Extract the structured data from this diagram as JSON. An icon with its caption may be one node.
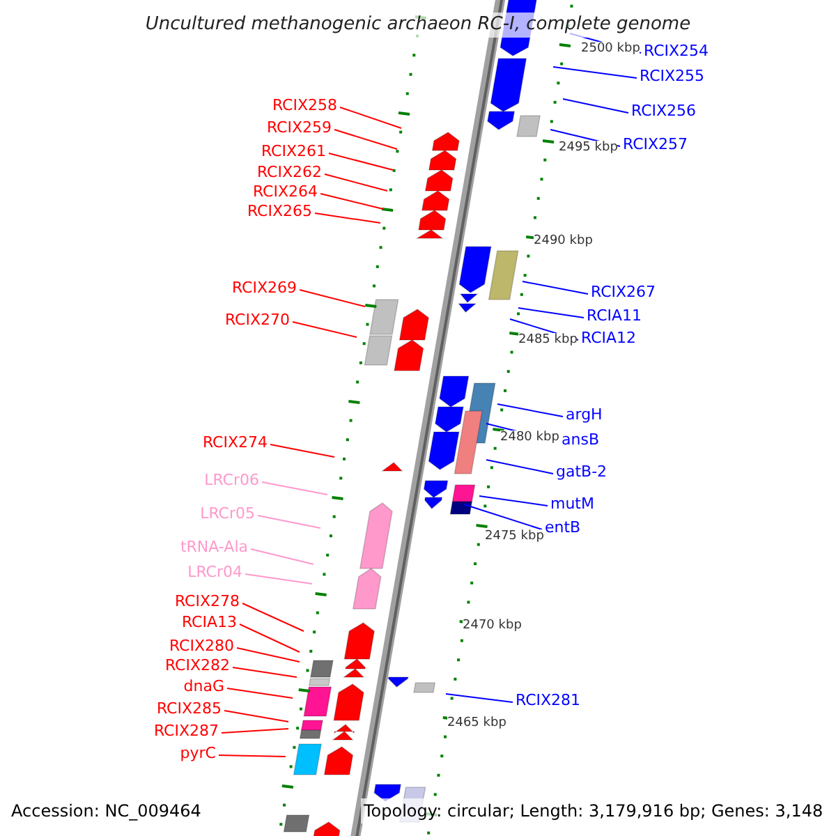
{
  "diagram": {
    "title": "Uncultured methanogenic archaeon RC-I, complete genome",
    "nodes": [
      {
        "text": [
          "RCIX258"
        ]
      },
      {
        "text": [
          "RCIX259"
        ]
      },
      {
        "text": [
          "RCIX261"
        ]
      },
      {
        "text": [
          "RCIX262"
        ]
      },
      {
        "text": [
          "RCIX264"
        ]
      },
      {
        "text": [
          "RCIX265"
        ]
      },
      {
        "text": [
          "RCIX269"
        ]
      },
      {
        "text": [
          "RCIX270"
        ]
      },
      {
        "text": [
          "RCIX274"
        ]
      },
      {
        "text": [
          "LRCr06"
        ]
      },
      {
        "text": [
          "LRCr05"
        ]
      },
      {
        "text": [
          "tRNA-Ala"
        ]
      },
      {
        "text": [
          "LRCr04"
        ]
      },
      {
        "text": [
          "RCIX278"
        ]
      },
      {
        "text": [
          "RCIA13"
        ]
      },
      {
        "text": [
          "RCIX280"
        ]
      },
      {
        "text": [
          "RCIX282"
        ]
      },
      {
        "text": [
          "dnaG"
        ]
      },
      {
        "text": [
          "RCIX285"
        ]
      },
      {
        "text": [
          "RCIX287"
        ]
      },
      {
        "text": [
          "pyrC"
        ]
      },
      {
        "text": [
          "RCIX254"
        ]
      },
      {
        "text": [
          "RCIX255"
        ]
      },
      {
        "text": [
          "RCIX256"
        ]
      },
      {
        "text": [
          "RCIX257"
        ]
      },
      {
        "text": [
          "RCIX267"
        ]
      },
      {
        "text": [
          "RCIA11"
        ]
      },
      {
        "text": [
          "RCIA12"
        ]
      },
      {
        "text": [
          "argH"
        ]
      },
      {
        "text": [
          "ansB"
        ]
      },
      {
        "text": [
          "gatB-2"
        ]
      },
      {
        "text": [
          "mutM"
        ]
      },
      {
        "text": [
          "entB"
        ]
      },
      {
        "text": [
          "RCIX281"
        ]
      }
    ],
    "edges": [
      {
        "from": 0,
        "to": null,
        "arrow": "none"
      },
      {
        "from": 1,
        "to": null,
        "arrow": "none"
      },
      {
        "from": 2,
        "to": null,
        "arrow": "none"
      },
      {
        "from": 3,
        "to": null,
        "arrow": "none"
      },
      {
        "from": 4,
        "to": null,
        "arrow": "none"
      },
      {
        "from": 5,
        "to": null,
        "arrow": "none"
      },
      {
        "from": 6,
        "to": null,
        "arrow": "none"
      },
      {
        "from": 7,
        "to": null,
        "arrow": "none"
      },
      {
        "from": 8,
        "to": null,
        "arrow": "none"
      },
      {
        "from": 9,
        "to": null,
        "arrow": "none",
        "color": "#ff99cc"
      },
      {
        "from": 10,
        "to": null,
        "arrow": "none",
        "color": "#ff99cc"
      },
      {
        "from": 11,
        "to": null,
        "arrow": "none",
        "color": "#ff99cc"
      },
      {
        "from": 12,
        "to": null,
        "arrow": "none",
        "color": "#ff99cc"
      },
      {
        "from": 13,
        "to": null,
        "arrow": "none"
      },
      {
        "from": 14,
        "to": null,
        "arrow": "none"
      },
      {
        "from": 15,
        "to": null,
        "arrow": "none"
      },
      {
        "from": 16,
        "to": null,
        "arrow": "none"
      },
      {
        "from": 17,
        "to": null,
        "arrow": "none"
      },
      {
        "from": 18,
        "to": null,
        "arrow": "none"
      },
      {
        "from": 19,
        "to": null,
        "arrow": "none"
      },
      {
        "from": 20,
        "to": null,
        "arrow": "none"
      },
      {
        "from": 21,
        "to": null,
        "arrow": "none",
        "color": "#0000ff"
      },
      {
        "from": 22,
        "to": null,
        "arrow": "none",
        "color": "#0000ff"
      },
      {
        "from": 23,
        "to": null,
        "arrow": "none",
        "color": "#0000ff"
      },
      {
        "from": 24,
        "to": null,
        "arrow": "none",
        "color": "#0000ff"
      },
      {
        "from": 25,
        "to": null,
        "arrow": "none",
        "color": "#0000ff"
      },
      {
        "from": 26,
        "to": null,
        "arrow": "none",
        "color": "#0000ff"
      },
      {
        "from": 27,
        "to": null,
        "arrow": "none",
        "color": "#0000ff"
      },
      {
        "from": 28,
        "to": null,
        "arrow": "none",
        "color": "#0000ff"
      },
      {
        "from": 29,
        "to": null,
        "arrow": "none",
        "color": "#0000ff"
      },
      {
        "from": 30,
        "to": null,
        "arrow": "none",
        "color": "#0000ff"
      },
      {
        "from": 31,
        "to": null,
        "arrow": "none",
        "color": "#0000ff"
      },
      {
        "from": 32,
        "to": null,
        "arrow": "none",
        "color": "#0000ff"
      },
      {
        "from": 33,
        "to": null,
        "arrow": "none",
        "color": "#0000ff"
      }
    ],
    "labels": [
      "2500 kbp",
      "2495 kbp",
      "2490 kbp",
      "2485 kbp",
      "2480 kbp",
      "2475 kbp",
      "2470 kbp",
      "2465 kbp",
      "Accession: NC_009464",
      "Topology: circular; Length: 3,179,916 bp; Genes: 3,148"
    ]
  }
}
